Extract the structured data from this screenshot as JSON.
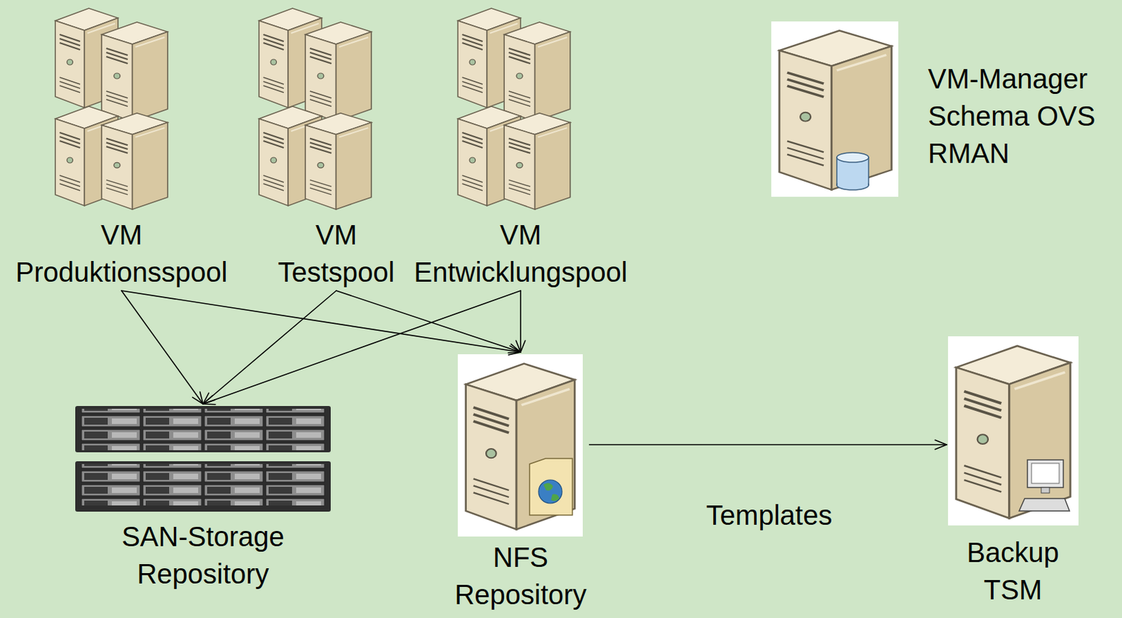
{
  "diagram": {
    "nodes": [
      {
        "text": [
          "VM Produktionsspool"
        ]
      },
      {
        "text": [
          "VM Testspool"
        ]
      },
      {
        "text": [
          "VM Entwicklungspool"
        ]
      },
      {
        "text": [
          "VM-Manager Schema OVS RMAN"
        ]
      },
      {
        "text": [
          "SAN-Storage Repository"
        ]
      },
      {
        "text": [
          "NFS Repository"
        ]
      },
      {
        "text": [
          "Backup TSM"
        ]
      }
    ],
    "edges": [
      {
        "from": 0,
        "to": 4,
        "arrow": "to"
      },
      {
        "from": 0,
        "to": 5,
        "arrow": "to"
      },
      {
        "from": 1,
        "to": 4,
        "arrow": "to"
      },
      {
        "from": 1,
        "to": 5,
        "arrow": "to"
      },
      {
        "from": 2,
        "to": 4,
        "arrow": "to"
      },
      {
        "from": 2,
        "to": 5,
        "arrow": "to"
      },
      {
        "from": 5,
        "to": 6,
        "label": "Templates",
        "arrow": "to"
      }
    ]
  }
}
